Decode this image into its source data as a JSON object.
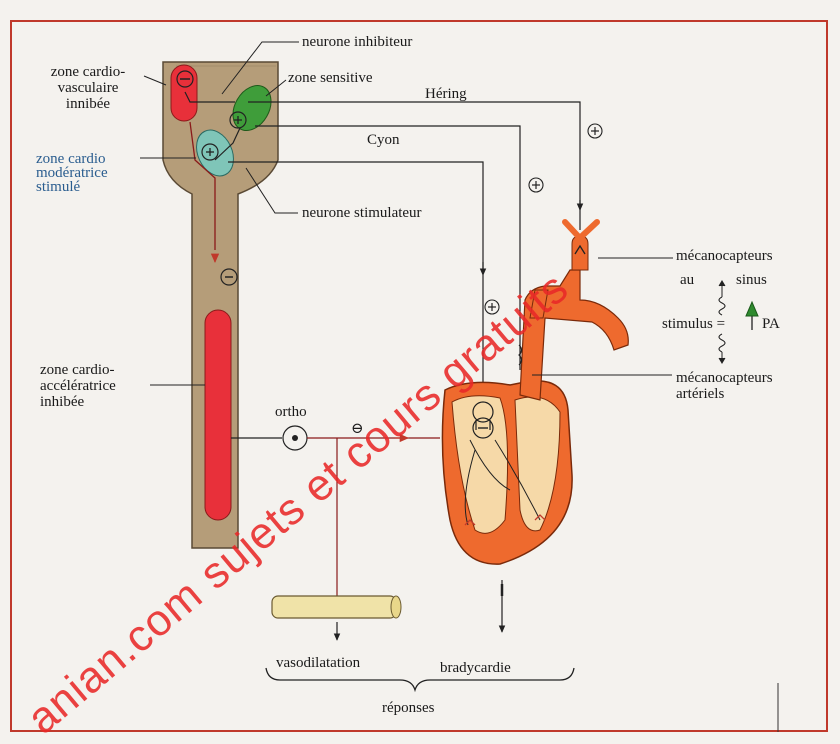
{
  "labels": {
    "neurone_inhibiteur": "neurone inhibiteur",
    "zone_cardio_vasculaire": [
      "zone cardio-",
      "vasculaire",
      "innibée"
    ],
    "zone_sensitive": "zone sensitive",
    "hering": "Héring",
    "cyon": "Cyon",
    "zone_cardio_moderatrice": [
      "zone cardio",
      "modératrice",
      "stimulé"
    ],
    "neurone_stimulateur": "neurone stimulateur",
    "mecanocapteurs_sinus": [
      "mécanocapteurs",
      "au",
      "sinus"
    ],
    "stimulus": "stimulus",
    "pa": "PA",
    "zone_cardio_acceleratrice": [
      "zone cardio-",
      "accélératrice",
      "inhibée"
    ],
    "ortho": "ortho",
    "mecanocapteurs_arteriels": [
      "mécanocapteurs",
      "artériels"
    ],
    "vasodilatation": "vasodilatation",
    "bradycardie": "bradycardie",
    "reponses": "réponses"
  },
  "watermark": "anian.com sujets et cours gratuits",
  "colors": {
    "frame": "#c0392b",
    "spinal_cord": "#b59d79",
    "red_zone": "#e8303a",
    "green_zone": "#3f9d3a",
    "blue_zone": "#7fc5b8",
    "heart": "#ee6a2e",
    "vessel": "#f0e3a8",
    "watermark": "#e82828"
  }
}
